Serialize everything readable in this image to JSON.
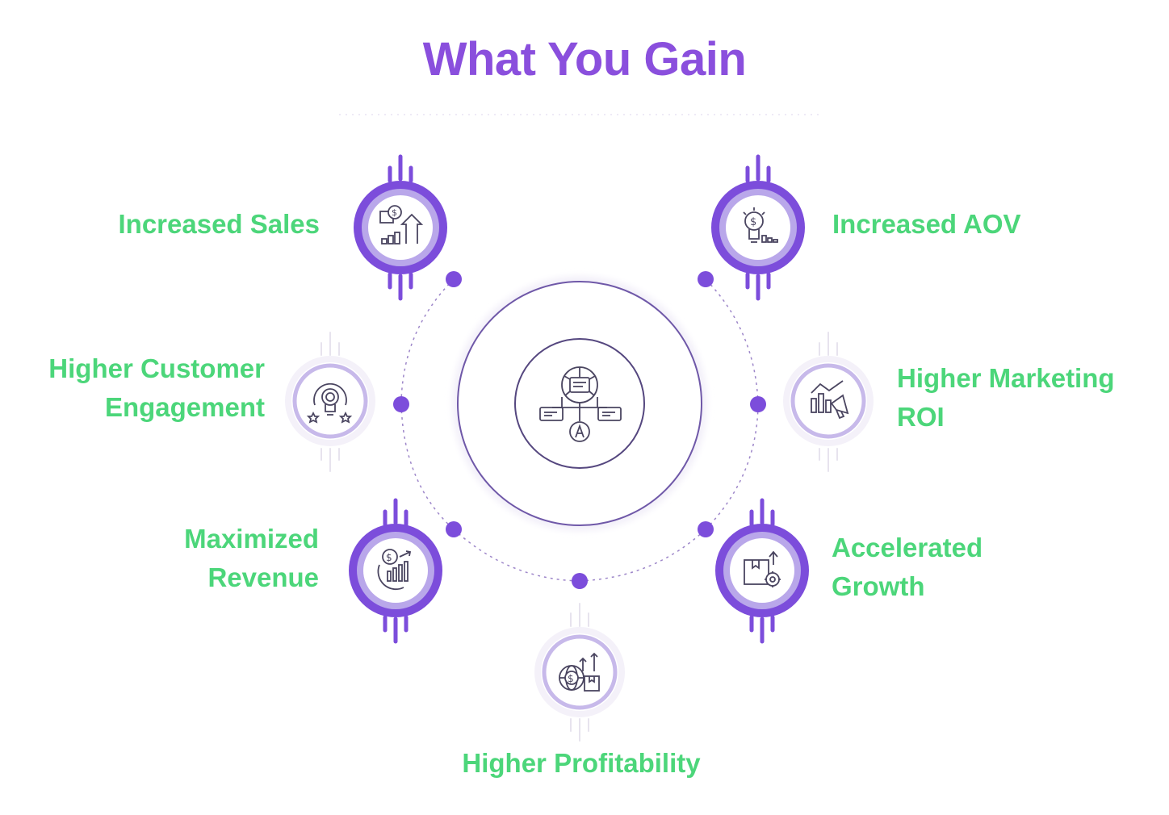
{
  "title": "What You Gain",
  "colors": {
    "title": "#8a4fdd",
    "label": "#4cd67a",
    "accent": "#7c4ddb",
    "ring_light": "#b7a6e6"
  },
  "benefits": [
    {
      "name": "increased-sales",
      "lines": [
        "Increased Sales"
      ],
      "icon": "sales-growth-chart-icon",
      "style": "bold"
    },
    {
      "name": "increased-aov",
      "lines": [
        "Increased AOV"
      ],
      "icon": "dollar-lightbulb-icon",
      "style": "bold"
    },
    {
      "name": "higher-customer-engagement",
      "lines": [
        "Higher Customer",
        "Engagement"
      ],
      "icon": "engagement-bulb-stars-icon",
      "style": "light"
    },
    {
      "name": "higher-marketing-roi",
      "lines": [
        "Higher Marketing",
        "ROI"
      ],
      "icon": "megaphone-chart-icon",
      "style": "light"
    },
    {
      "name": "maximized-revenue",
      "lines": [
        "Maximized",
        "Revenue"
      ],
      "icon": "revenue-coin-chart-icon",
      "style": "bold"
    },
    {
      "name": "accelerated-growth",
      "lines": [
        "Accelerated",
        "Growth"
      ],
      "icon": "box-gear-growth-icon",
      "style": "bold"
    },
    {
      "name": "higher-profitability",
      "lines": [
        "Higher Profitability"
      ],
      "icon": "globe-dollar-box-icon",
      "style": "light"
    }
  ],
  "center": {
    "icon": "hub-network-icon"
  }
}
